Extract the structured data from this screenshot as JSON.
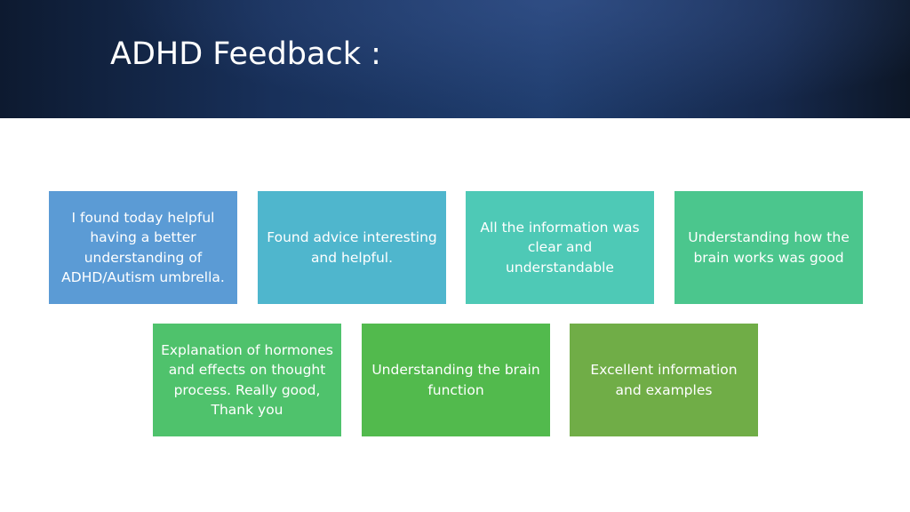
{
  "slide": {
    "title": "ADHD Feedback :"
  },
  "cards": [
    {
      "text": "I found today helpful having a better understanding of ADHD/Autism umbrella.",
      "color": "#5b9bd5"
    },
    {
      "text": "Found advice interesting and helpful.",
      "color": "#4fb6cd"
    },
    {
      "text": "All the information was clear and understandable",
      "color": "#4ec9b6"
    },
    {
      "text": "Understanding how the brain works was good",
      "color": "#4bc68d"
    },
    {
      "text": "Explanation of hormones and effects on thought process. Really good, Thank you",
      "color": "#4fc26c"
    },
    {
      "text": "Understanding the brain function",
      "color": "#52ba4d"
    },
    {
      "text": "Excellent information and examples",
      "color": "#70ad47"
    }
  ]
}
